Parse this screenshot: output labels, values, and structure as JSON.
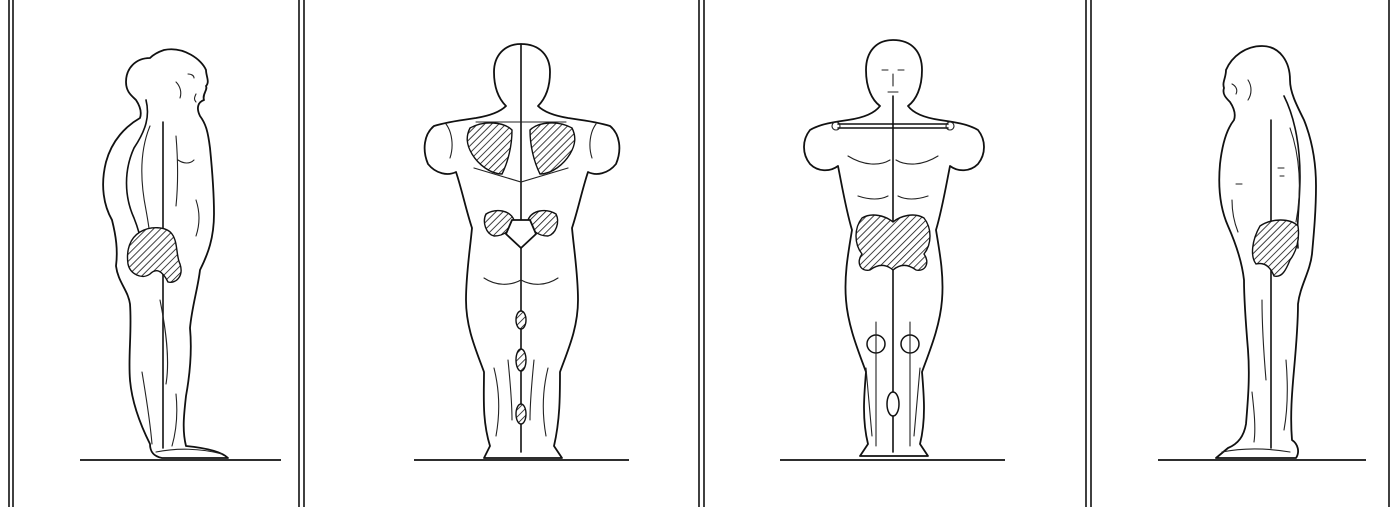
{
  "figure": {
    "panels": [
      {
        "id": "side-left",
        "view": "lateral-left"
      },
      {
        "id": "back",
        "view": "posterior"
      },
      {
        "id": "front",
        "view": "anterior"
      },
      {
        "id": "side-right",
        "view": "lateral-right"
      }
    ],
    "colors": {
      "ink": "#111111",
      "paper": "#ffffff"
    }
  }
}
